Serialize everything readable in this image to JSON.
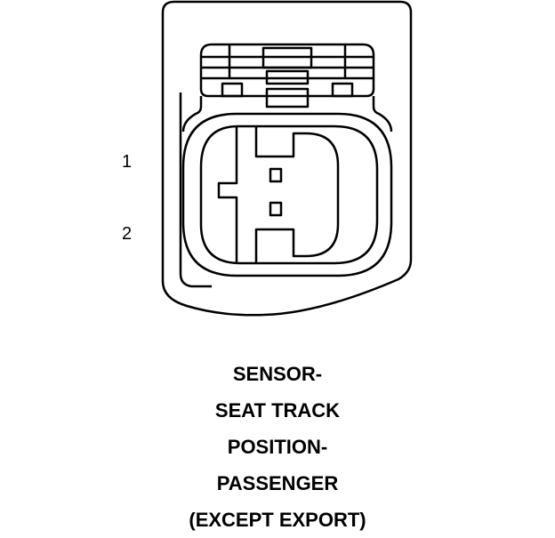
{
  "pins": {
    "pin1": "1",
    "pin2": "2"
  },
  "caption": {
    "line1": "SENSOR-",
    "line2": "SEAT TRACK",
    "line3": "POSITION-",
    "line4": "PASSENGER",
    "line5": "(EXCEPT EXPORT)"
  },
  "colors": {
    "stroke": "#000000",
    "background": "#ffffff"
  }
}
